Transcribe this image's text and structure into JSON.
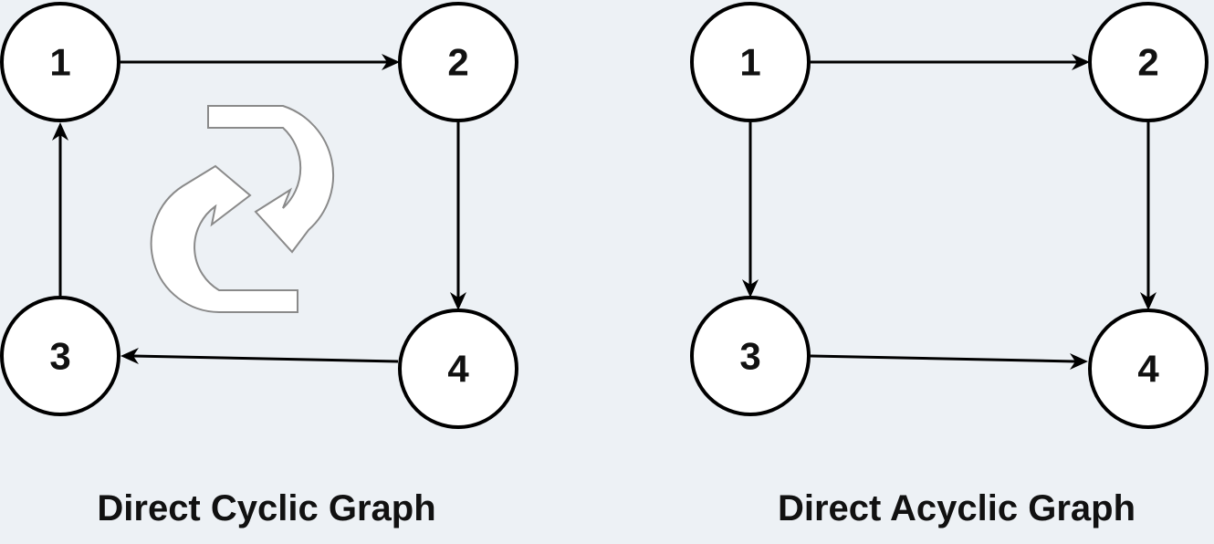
{
  "graphs": [
    {
      "caption": "Direct Cyclic Graph",
      "nodes": [
        {
          "id": "1",
          "label": "1"
        },
        {
          "id": "2",
          "label": "2"
        },
        {
          "id": "3",
          "label": "3"
        },
        {
          "id": "4",
          "label": "4"
        }
      ],
      "edges": [
        {
          "from": "1",
          "to": "2"
        },
        {
          "from": "2",
          "to": "4"
        },
        {
          "from": "4",
          "to": "3"
        },
        {
          "from": "3",
          "to": "1"
        }
      ],
      "cycle_icon": "cycle-arrows-icon"
    },
    {
      "caption": "Direct Acyclic Graph",
      "nodes": [
        {
          "id": "1",
          "label": "1"
        },
        {
          "id": "2",
          "label": "2"
        },
        {
          "id": "3",
          "label": "3"
        },
        {
          "id": "4",
          "label": "4"
        }
      ],
      "edges": [
        {
          "from": "1",
          "to": "2"
        },
        {
          "from": "1",
          "to": "3"
        },
        {
          "from": "2",
          "to": "4"
        },
        {
          "from": "3",
          "to": "4"
        }
      ]
    }
  ],
  "colors": {
    "background": "#edf1f5",
    "node_fill": "#ffffff",
    "stroke": "#000000"
  }
}
